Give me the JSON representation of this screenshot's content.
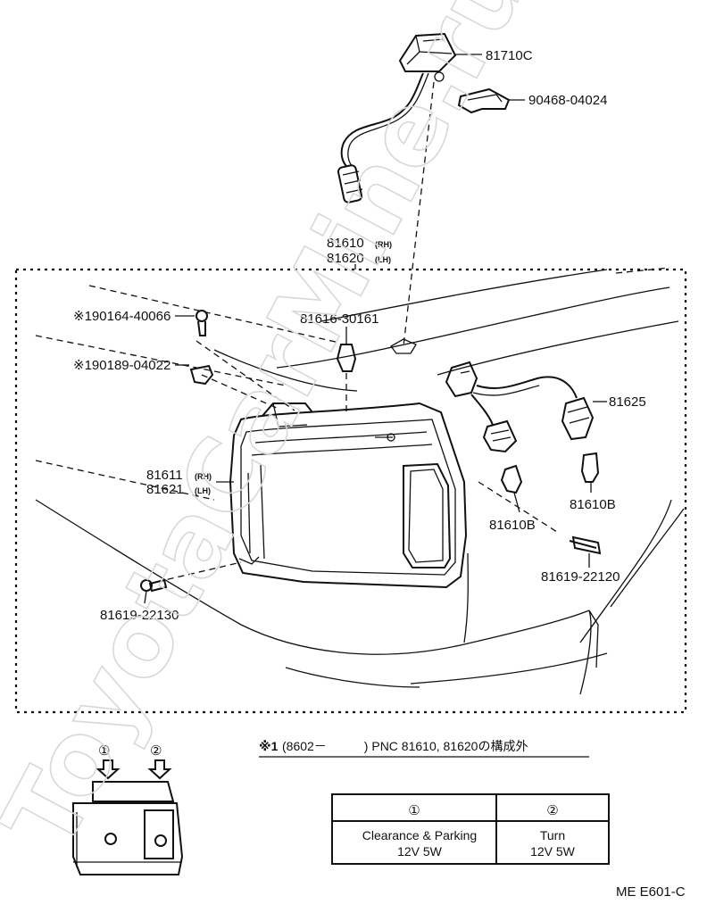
{
  "watermark": "ToyotaCarMine.ru",
  "parts": {
    "p81710C": "81710C",
    "p90468": "90468-04024",
    "p81610": "81610",
    "p81620": "81620",
    "rh": "(RH)",
    "lh": "(LH)",
    "p190164": "※190164-40066",
    "p190189": "※190189-04022",
    "p81616": "81616-30161",
    "p81625": "81625",
    "p81611": "81611",
    "p81621": "81621",
    "p81610B_a": "81610B",
    "p81610B_b": "81610B",
    "p81619_22120": "81619-22120",
    "p81619_22130": "81619-22130"
  },
  "callouts": [
    "①",
    "②"
  ],
  "note": {
    "mark": "※1",
    "text": "(8602－　　　) PNC 81610, 81620の構成外"
  },
  "table": {
    "headers": [
      "①",
      "②"
    ],
    "row": [
      [
        "Clearance & Parking",
        "12V 5W"
      ],
      [
        "Turn",
        "12V 5W"
      ]
    ]
  },
  "code": "ME E601-C"
}
